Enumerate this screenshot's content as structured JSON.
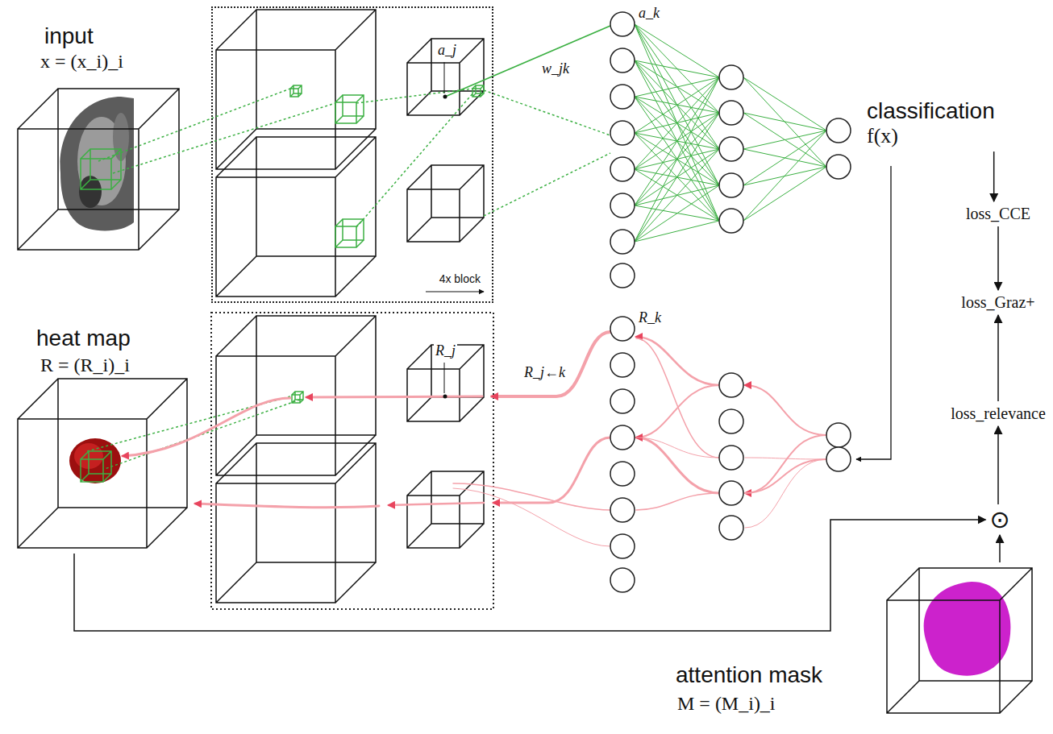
{
  "diagram": {
    "nodes": [
      {
        "text": [
          "input",
          "x = (x_i)_i"
        ]
      },
      {
        "text": [
          "4x block"
        ]
      },
      {
        "text": [
          "classification",
          "f(x)"
        ]
      },
      {
        "text": [
          "loss_CCE"
        ]
      },
      {
        "text": [
          "loss_Graz+"
        ]
      },
      {
        "text": [
          "loss_relevance"
        ]
      },
      {
        "text": [
          "heat map",
          "R = (R_i)_i"
        ]
      },
      {
        "text": [
          "⊙"
        ]
      },
      {
        "text": [
          "attention mask",
          "M = (M_i)_i"
        ]
      }
    ],
    "edges": [
      {
        "from": 2,
        "to": 3,
        "arrow": "to"
      },
      {
        "from": 3,
        "to": 4,
        "arrow": "to"
      },
      {
        "from": 5,
        "to": 4,
        "arrow": "to"
      },
      {
        "from": 7,
        "to": 5,
        "arrow": "to"
      },
      {
        "from": 8,
        "to": 7,
        "arrow": "to"
      },
      {
        "from": 6,
        "to": 7,
        "arrow": "to"
      }
    ],
    "labels": [
      "a_k",
      "a_j",
      "w_jk",
      "R_k",
      "R_j",
      "R_j←k"
    ]
  }
}
